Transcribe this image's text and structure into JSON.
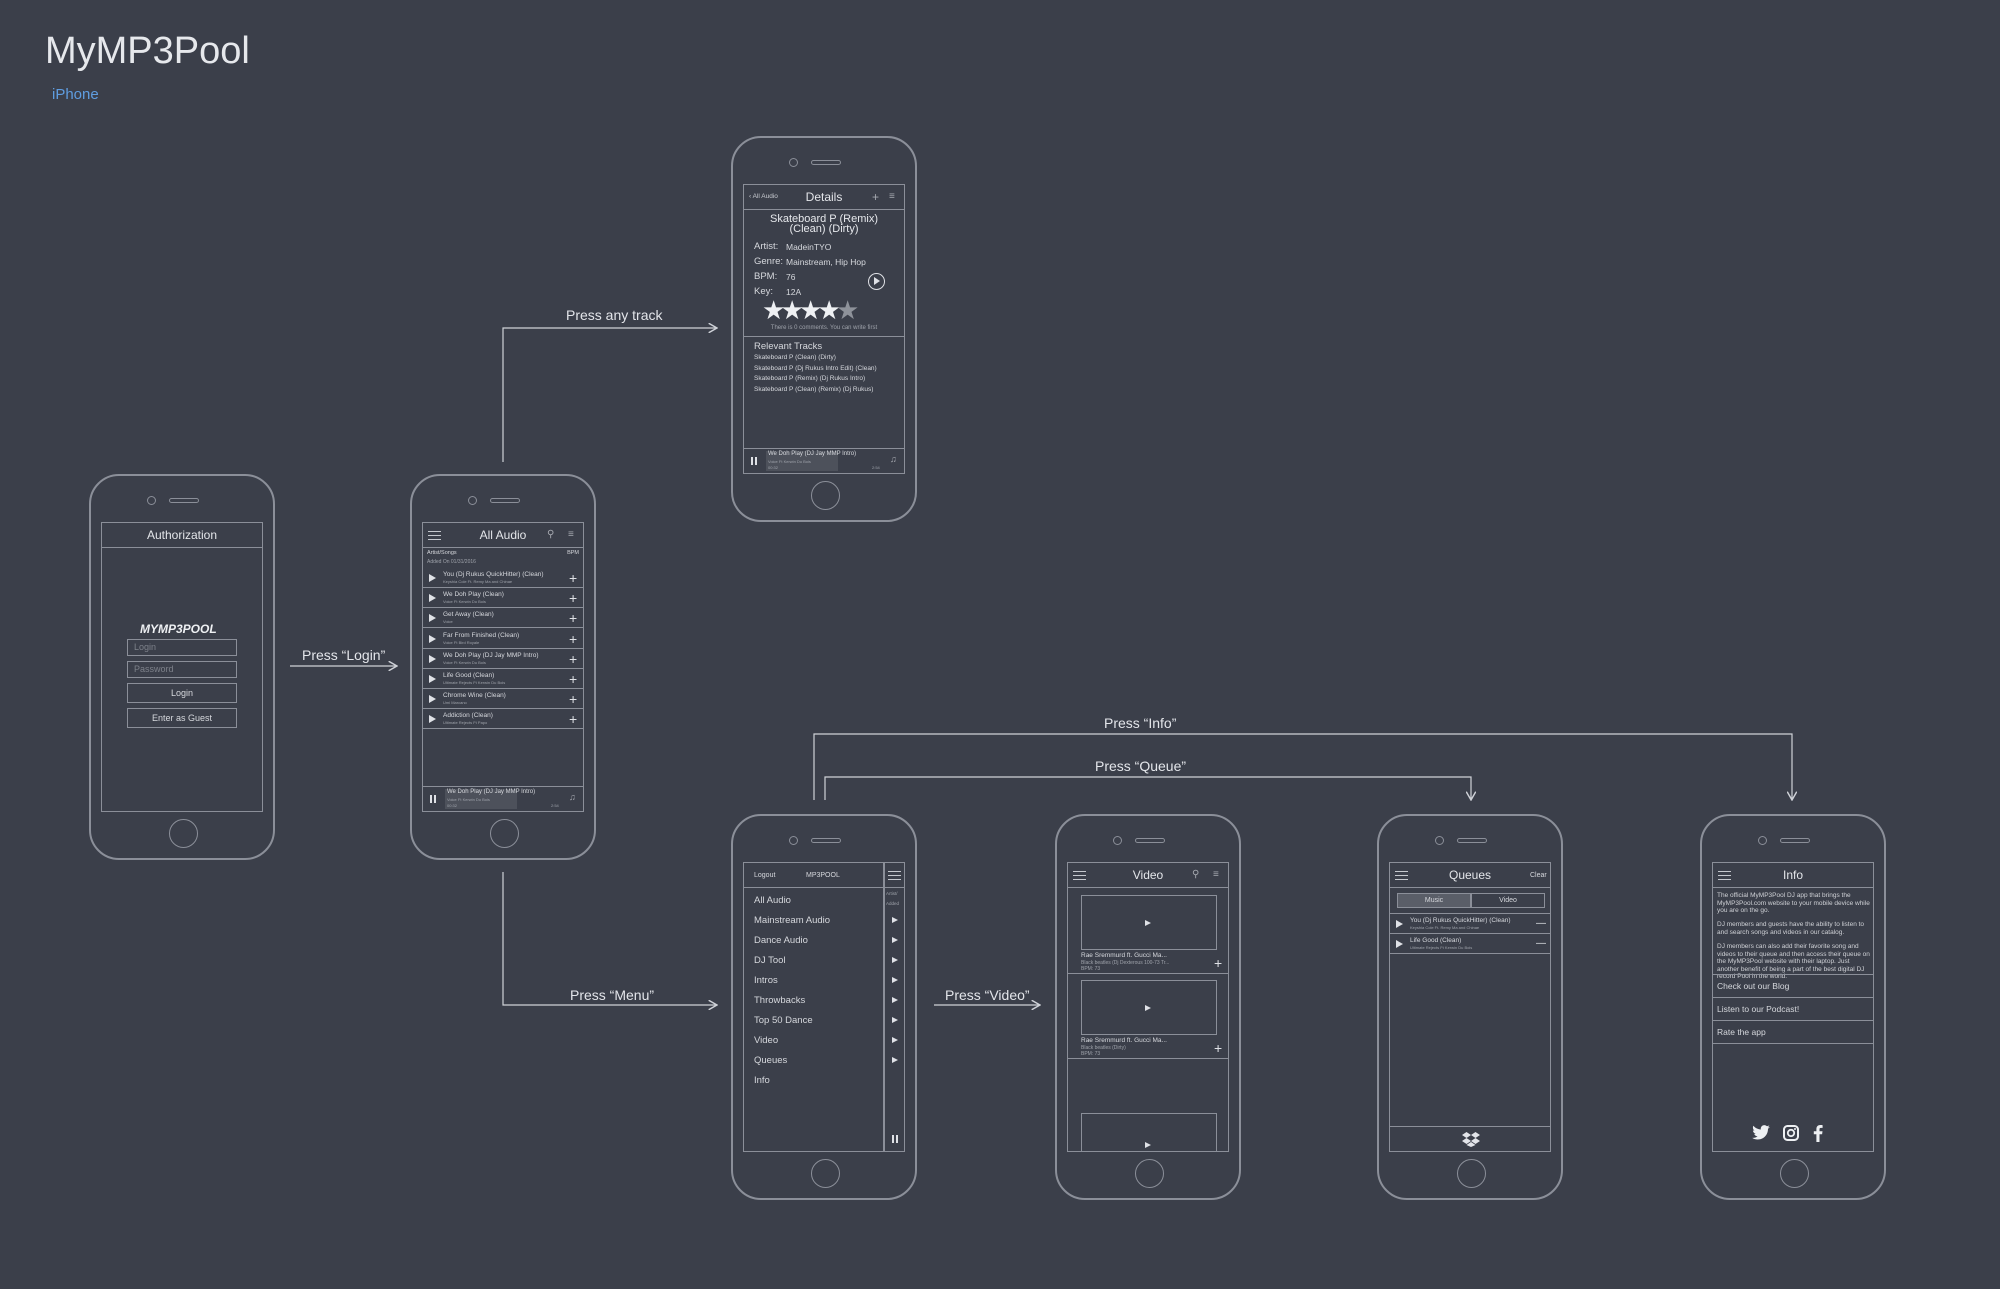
{
  "page": {
    "title": "MyMP3Pool",
    "subtitle": "iPhone"
  },
  "flows": {
    "login": "Press “Login”",
    "track": "Press any track",
    "menu": "Press “Menu”",
    "video": "Press “Video”",
    "info": "Press “Info”",
    "queue": "Press “Queue”"
  },
  "auth": {
    "title": "Authorization",
    "brand": "MYMP3POOL",
    "login_placeholder": "Login",
    "password_placeholder": "Password",
    "login_button": "Login",
    "guest_button": "Enter as Guest"
  },
  "all_audio": {
    "title": "All Audio",
    "col_left": "Artist/Songs",
    "col_right": "BPM",
    "added": "Added On 01/31/2016",
    "tracks": [
      {
        "title": "You (Dj Rukus QuickHitter) (Clean)",
        "artist": "Keyshia Cole Ft. Remy Ma and Chinae"
      },
      {
        "title": "We Doh Play (Clean)",
        "artist": "Voice Ft Kerwin Du Bois"
      },
      {
        "title": "Get Away (Clean)",
        "artist": "Voice"
      },
      {
        "title": "Far From Finished (Clean)",
        "artist": "Voice Ft Bird Royale"
      },
      {
        "title": "We Doh Play (DJ Jay MMP Intro)",
        "artist": "Voice Ft Kerwin Du Bois"
      },
      {
        "title": "Life Good (Clean)",
        "artist": "Ultimate Rejects Ft Kerwin Du Bois"
      },
      {
        "title": "Chrome Wine (Clean)",
        "artist": "Umi Marcano"
      },
      {
        "title": "Addiction (Clean)",
        "artist": "Ultimate Rejects Ft Papo"
      }
    ],
    "player": {
      "title": "We Doh Play (DJ Jay MMP Intro)",
      "artist": "Voice Ft Kerwin Du Bois",
      "elapsed": "00:32",
      "total": "2:54"
    }
  },
  "details": {
    "back": "All Audio",
    "title": "Details",
    "track_title_1": "Skateboard P (Remix)",
    "track_title_2": "(Clean) (Dirty)",
    "fields": [
      {
        "label": "Artist:",
        "value": "MadeinTYO"
      },
      {
        "label": "Genre:",
        "value": "Mainstream, Hip Hop"
      },
      {
        "label": "BPM:",
        "value": "76"
      },
      {
        "label": "Key:",
        "value": "12A"
      }
    ],
    "rating": 4,
    "comments": "There is 0 comments. You can write first",
    "relevant_title": "Relevant Tracks",
    "relevant": [
      "Skateboard P (Clean) (Dirty)",
      "Skateboard P (Dj Rukus Intro Edit) (Clean)",
      "Skateboard P (Remix) (Dj Rukus Intro)",
      "Skateboard P (Clean) (Remix) (Dj Rukus)"
    ],
    "player": {
      "title": "We Doh Play (DJ Jay MMP Intro)",
      "artist": "Voice Ft Kerwin Du Bois",
      "elapsed": "00:32",
      "total": "2:54"
    }
  },
  "menu": {
    "logout": "Logout",
    "brand": "MP3POOL",
    "items": [
      "All Audio",
      "Mainstream Audio",
      "Dance Audio",
      "DJ Tool",
      "Intros",
      "Throwbacks",
      "Top 50 Dance",
      "Video",
      "Queues",
      "Info"
    ],
    "peek_col": "Artist/",
    "peek_added": "Added"
  },
  "video": {
    "title": "Video",
    "items": [
      {
        "title": "Rae Sremmurd ft. Gucci Ma...",
        "subtitle": "Black beatles (Dj Dexterous 100-73 Tr...",
        "bpm": "BPM: 73"
      },
      {
        "title": "Rae Sremmurd ft. Gucci Ma...",
        "subtitle": "Black beatles (Dirty)",
        "bpm": "BPM: 73"
      }
    ]
  },
  "queues": {
    "title": "Queues",
    "clear": "Clear",
    "tab_music": "Music",
    "tab_video": "Video",
    "items": [
      {
        "title": "You (Dj Rukus QuickHitter) (Clean)",
        "artist": "Keyshia Cole Ft. Remy Ma and Chinae"
      },
      {
        "title": "Life Good (Clean)",
        "artist": "Ultimate Rejects Ft Kerwin Du Bois"
      }
    ]
  },
  "info": {
    "title": "Info",
    "para1": "The official MyMP3Pool DJ app that brings the MyMP3Pool.com website to your mobile device while you are on the go.",
    "para2": "DJ members and guests have the ability to listen to and search songs and videos in our catalog.",
    "para3": "DJ members can also add their favorite song and videos to their queue and then access their queue on the MyMP3Pool website with their laptop. Just another benefit of being a part of the best digital DJ record Pool in the world.",
    "links": [
      "Check out our Blog",
      "Listen to our Podcast!",
      "Rate the app"
    ]
  },
  "colors": {
    "background": "#3b3f4a",
    "line": "#8b8f99",
    "accent": "#5f9de0"
  }
}
